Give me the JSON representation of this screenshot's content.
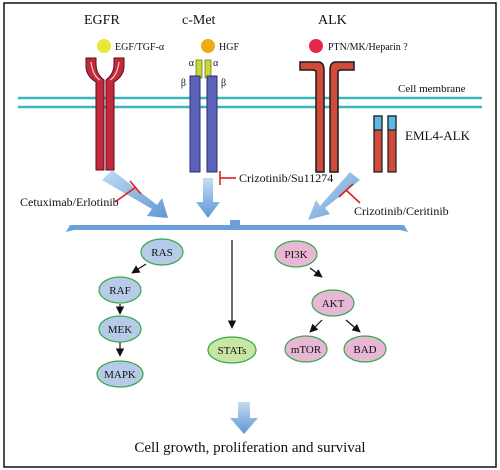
{
  "receptors": {
    "egfr": {
      "name": "EGFR",
      "ligand": "EGF/TGF-α",
      "ligand_color": "#e8e83a"
    },
    "cmet": {
      "name": "c-Met",
      "ligand": "HGF",
      "ligand_color": "#f0a818",
      "alpha": "α",
      "beta": "β"
    },
    "alk": {
      "name": "ALK",
      "ligand": "PTN/MK/Heparin ?",
      "ligand_color": "#e8284a"
    },
    "eml4": {
      "name": "EML4-ALK"
    }
  },
  "membrane_label": "Cell membrane",
  "inhibitors": {
    "egfr": "Cetuximab/Erlotinib",
    "cmet": "Crizotinib/Su11274",
    "alk": "Crizotinib/Ceritinib"
  },
  "nodes": {
    "ras": "RAS",
    "raf": "RAF",
    "mek": "MEK",
    "mapk": "MAPK",
    "stats": "STATs",
    "pi3k": "PI3K",
    "akt": "AKT",
    "mtor": "mTOR",
    "bad": "BAD"
  },
  "outcome": "Cell growth, proliferation and survival",
  "colors": {
    "egfr_receptor": "#c22a3c",
    "cmet_receptor": "#5b62b8",
    "cmet_alpha": "#c8d83a",
    "alk_receptor": "#d24a3a",
    "membrane": "#3ab7b9",
    "blue_arrow": "#7fb0e0",
    "inhibitor": "#e02020",
    "ras_pathway_node": "#b5cbe8",
    "pi3k_pathway_node": "#e9b7d6",
    "stats_node": "#c7e6a4",
    "node_border": "#37a84a"
  }
}
